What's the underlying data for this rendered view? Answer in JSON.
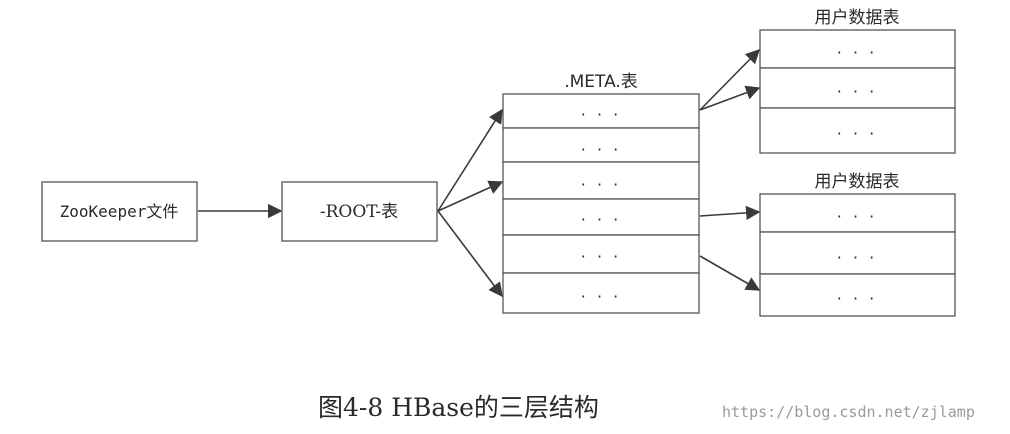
{
  "zookeeper": {
    "label": "ZooKeeper文件"
  },
  "root_table": {
    "label": "-ROOT-表"
  },
  "meta_table": {
    "title": ".META.表",
    "rows": [
      "· · ·",
      "· · ·",
      "· · ·",
      "· · ·",
      "· · ·",
      "· · ·"
    ]
  },
  "user_tables": [
    {
      "title": "用户数据表",
      "rows": [
        "· · ·",
        "· · ·",
        "· · ·"
      ]
    },
    {
      "title": "用户数据表",
      "rows": [
        "· · ·",
        "· · ·",
        "· · ·"
      ]
    }
  ],
  "caption": "图4-8 HBase的三层结构",
  "watermark": "https://blog.csdn.net/zjlamp",
  "colors": {
    "stroke": "#4a4a4a",
    "fill": "#ffffff",
    "text": "#2a2a2a"
  }
}
